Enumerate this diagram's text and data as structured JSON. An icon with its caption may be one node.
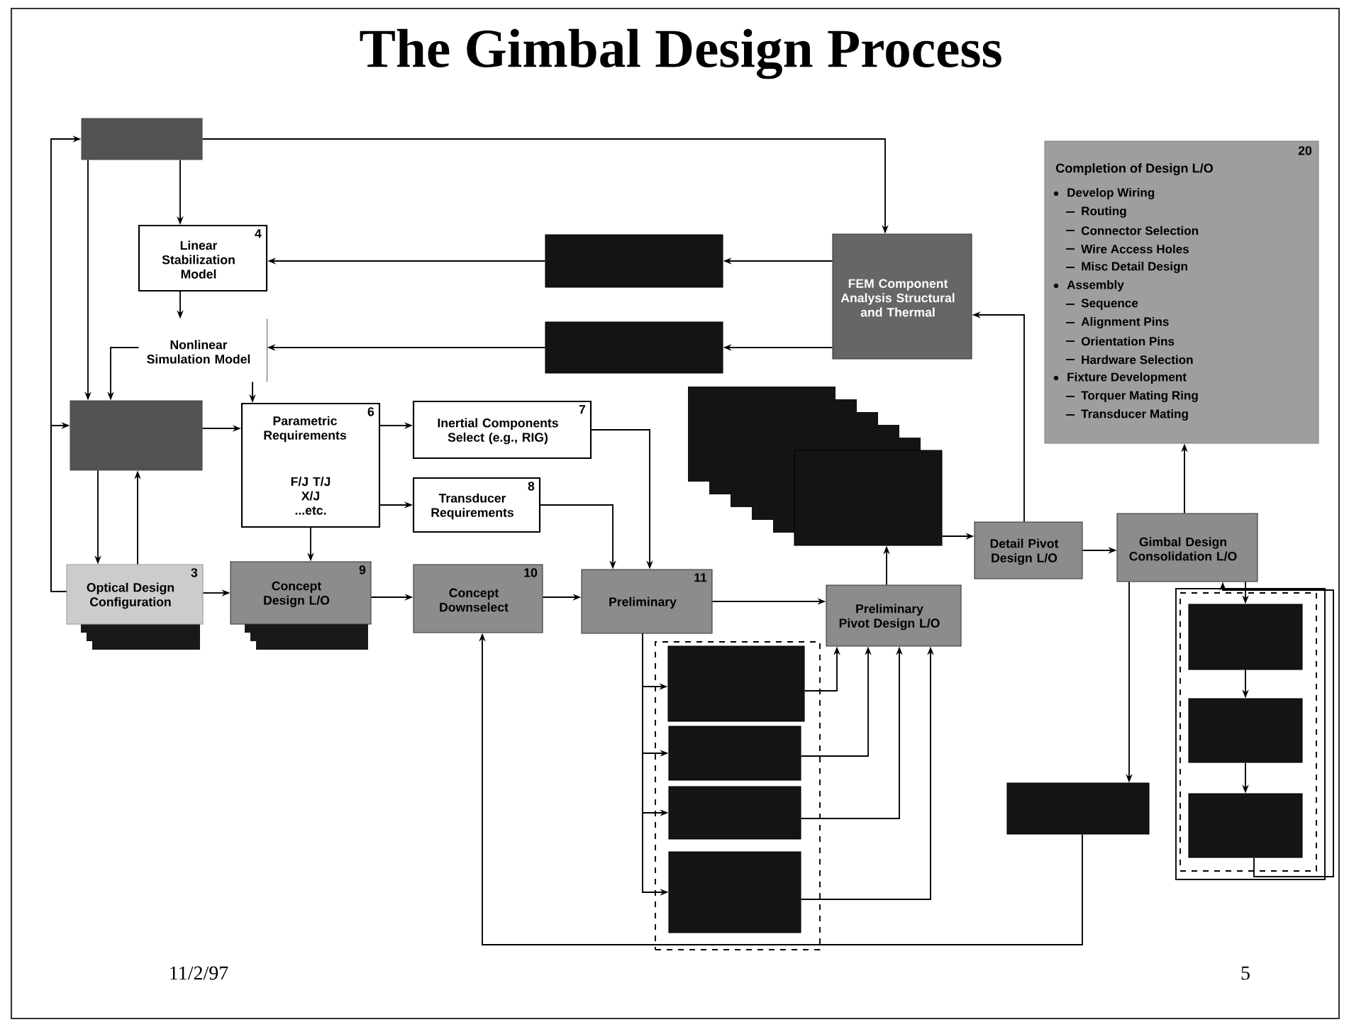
{
  "diagram": {
    "title": "The Gimbal Design Process",
    "nodes": [
      {
        "text": [],
        "shape": "box"
      },
      {
        "text": [
          "Linear Stabilization Model",
          "4"
        ]
      },
      {
        "text": [
          "Nonlinear Simulation Model"
        ]
      },
      {
        "text": [],
        "shape": "box"
      },
      {
        "text": [
          "Optical Design Configuration",
          "3"
        ]
      },
      {
        "text": [
          "Parametric Requirements",
          "6",
          "F/J T/J X/J ...etc."
        ]
      },
      {
        "text": [
          "Inertial Components Select (e.g., RIG)",
          "7"
        ]
      },
      {
        "text": [
          "Transducer Requirements",
          "8"
        ]
      },
      {
        "text": [
          "Concept Design L/O",
          "9"
        ]
      },
      {
        "text": [
          "Concept Downselect",
          "10"
        ]
      },
      {
        "text": [
          "Preliminary",
          "11"
        ]
      },
      {
        "text": [],
        "shape": "box"
      },
      {
        "text": [],
        "shape": "box"
      },
      {
        "text": [
          "FEM Component Analysis Structural and Thermal"
        ]
      },
      {
        "text": [],
        "shape": "box"
      },
      {
        "text": [
          "Preliminary Pivot Design L/O"
        ]
      },
      {
        "text": [
          "Detail Pivot Design L/O"
        ]
      },
      {
        "text": [
          "Gimbal Design Consolidation L/O"
        ]
      },
      {
        "text": [
          "20",
          "Completion of Design L/O",
          "Develop Wiring",
          "Routing",
          "Connector Selection",
          "Wire Access Holes",
          "Misc Detail Design",
          "Assembly",
          "Sequence",
          "Alignment Pins",
          "Orientation Pins",
          "Hardware Selection",
          "Fixture Development",
          "Torquer Mating Ring",
          "Transducer Mating"
        ]
      },
      {
        "text": [],
        "shape": "box"
      },
      {
        "text": [],
        "shape": "box",
        "in": 19
      },
      {
        "text": [],
        "shape": "box",
        "in": 19
      },
      {
        "text": [],
        "shape": "box",
        "in": 19
      },
      {
        "text": [],
        "shape": "box",
        "in": 19
      },
      {
        "text": [],
        "shape": "box"
      },
      {
        "text": [],
        "shape": "box"
      },
      {
        "text": [],
        "shape": "box",
        "in": 25
      },
      {
        "text": [],
        "shape": "box",
        "in": 25
      },
      {
        "text": [],
        "shape": "box",
        "in": 25
      }
    ],
    "edges": [
      {
        "from": 0,
        "to": 1,
        "arrow": "to"
      },
      {
        "from": 0,
        "to": 3,
        "arrow": "to"
      },
      {
        "from": 0,
        "to": 13,
        "arrow": "to"
      },
      {
        "from": 4,
        "to": 0,
        "arrow": "to"
      },
      {
        "from": 4,
        "to": 3,
        "arrow": "to"
      },
      {
        "from": 1,
        "to": 2,
        "arrow": "to"
      },
      {
        "from": 2,
        "to": 3,
        "arrow": "to"
      },
      {
        "from": 2,
        "to": 5,
        "arrow": "to"
      },
      {
        "from": 11,
        "to": 1,
        "arrow": "to"
      },
      {
        "from": 13,
        "to": 11,
        "arrow": "to"
      },
      {
        "from": 12,
        "to": 2,
        "arrow": "to"
      },
      {
        "from": 13,
        "to": 12,
        "arrow": "to"
      },
      {
        "from": 3,
        "to": 5,
        "arrow": "to"
      },
      {
        "from": 3,
        "to": 4,
        "arrow": "to"
      },
      {
        "from": 4,
        "to": 3,
        "arrow": "to"
      },
      {
        "from": 4,
        "to": 8,
        "arrow": "to"
      },
      {
        "from": 5,
        "to": 6,
        "arrow": "to"
      },
      {
        "from": 5,
        "to": 7,
        "arrow": "to"
      },
      {
        "from": 5,
        "to": 8,
        "arrow": "to"
      },
      {
        "from": 8,
        "to": 9,
        "arrow": "to"
      },
      {
        "from": 9,
        "to": 10,
        "arrow": "to"
      },
      {
        "from": 6,
        "to": 10,
        "arrow": "to"
      },
      {
        "from": 7,
        "to": 10,
        "arrow": "to"
      },
      {
        "from": 10,
        "to": 15,
        "arrow": "to"
      },
      {
        "from": 10,
        "to": 20,
        "arrow": "to"
      },
      {
        "from": 10,
        "to": 21,
        "arrow": "to"
      },
      {
        "from": 10,
        "to": 22,
        "arrow": "to"
      },
      {
        "from": 10,
        "to": 23,
        "arrow": "to"
      },
      {
        "from": 20,
        "to": 15,
        "arrow": "to"
      },
      {
        "from": 21,
        "to": 15,
        "arrow": "to"
      },
      {
        "from": 22,
        "to": 15,
        "arrow": "to"
      },
      {
        "from": 23,
        "to": 15,
        "arrow": "to"
      },
      {
        "from": 15,
        "to": 14,
        "arrow": "to"
      },
      {
        "from": 14,
        "to": 16,
        "arrow": "to"
      },
      {
        "from": 16,
        "to": 13,
        "arrow": "to"
      },
      {
        "from": 16,
        "to": 17,
        "arrow": "to"
      },
      {
        "from": 17,
        "to": 18,
        "arrow": "to"
      },
      {
        "from": 17,
        "to": 24,
        "arrow": "to"
      },
      {
        "from": 24,
        "to": 9,
        "arrow": "to"
      },
      {
        "from": 17,
        "to": 26,
        "arrow": "to"
      },
      {
        "from": 26,
        "to": 27,
        "arrow": "to"
      },
      {
        "from": 27,
        "to": 28,
        "arrow": "to"
      },
      {
        "from": 28,
        "to": 17,
        "arrow": "to"
      }
    ],
    "labels": [
      "11/2/97",
      "5"
    ]
  }
}
